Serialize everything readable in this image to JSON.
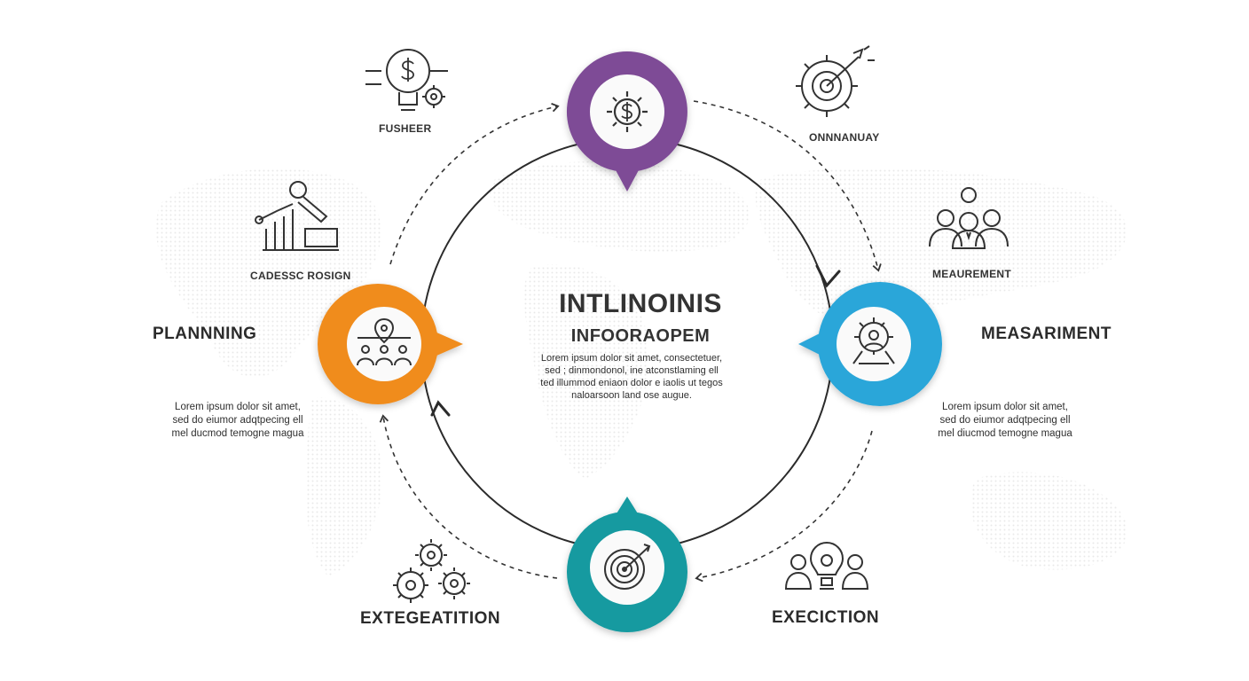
{
  "center": {
    "title": "INTLINOINIS",
    "subtitle": "INFOORAOPEM",
    "body": [
      "Lorem ipsum dolor sit amet, consectetuer,",
      "sed ; dinmondonol, ine atconstlaming ell",
      "ted illummod eniaon dolor e iaolis ut tegos",
      "naloarsoon land ose augue."
    ]
  },
  "stages": {
    "planning": {
      "title": "PLANNNING",
      "body": [
        "Lorem ipsum dolor sit amet,",
        "sed do eiumor adqtpecing ell",
        "mel ducmod temogne magua"
      ],
      "color": "#F08C1F"
    },
    "measurement": {
      "title": "MEASARIMENT",
      "body": [
        "Lorem ipsum dolor sit amet,",
        "sed do eiumor adqtpecing ell",
        "mel diucmod temogne magua"
      ],
      "color": "#2BA6D9"
    },
    "top": {
      "color": "#7E4C96"
    },
    "bottom": {
      "color": "#139AA0"
    }
  },
  "labels": {
    "top_left": "FUSHEER",
    "top_right": "ONNNANUAY",
    "left_upper": "CADESSC ROSIGN",
    "right_upper": "MEAUREMENT",
    "bottom_left": "EXTEGEATITION",
    "bottom_right": "EXECICTION"
  },
  "icons": {
    "top_left": "lightbulb-dollar-gear-icon",
    "top_right": "gear-target-icon",
    "left_upper": "chart-wrench-icon",
    "right_upper": "team-icon",
    "bottom_left": "gears-icon",
    "bottom_right": "idea-team-icon",
    "hub_top": "gear-dollar-icon",
    "hub_left": "location-team-icon",
    "hub_right": "gear-person-icon",
    "hub_bottom": "target-arrow-icon"
  }
}
